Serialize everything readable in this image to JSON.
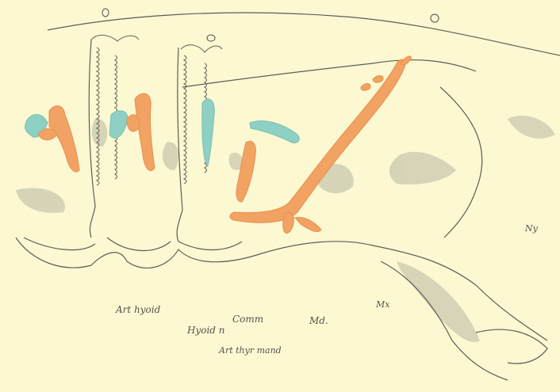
{
  "plate": {
    "background_color": "#fbf8d2",
    "artery_color": "#f2a262",
    "nerve_color": "#8ed0c4",
    "outline_color": "#5e5e52"
  },
  "labels": {
    "art_hyoid": "Art hyoid",
    "comm": "Comm",
    "md": "Md.",
    "mx": "Mx",
    "hyoid_n": "Hyoid n",
    "art_thyr_mand": "Art thyr mand",
    "ny": "Ny"
  }
}
